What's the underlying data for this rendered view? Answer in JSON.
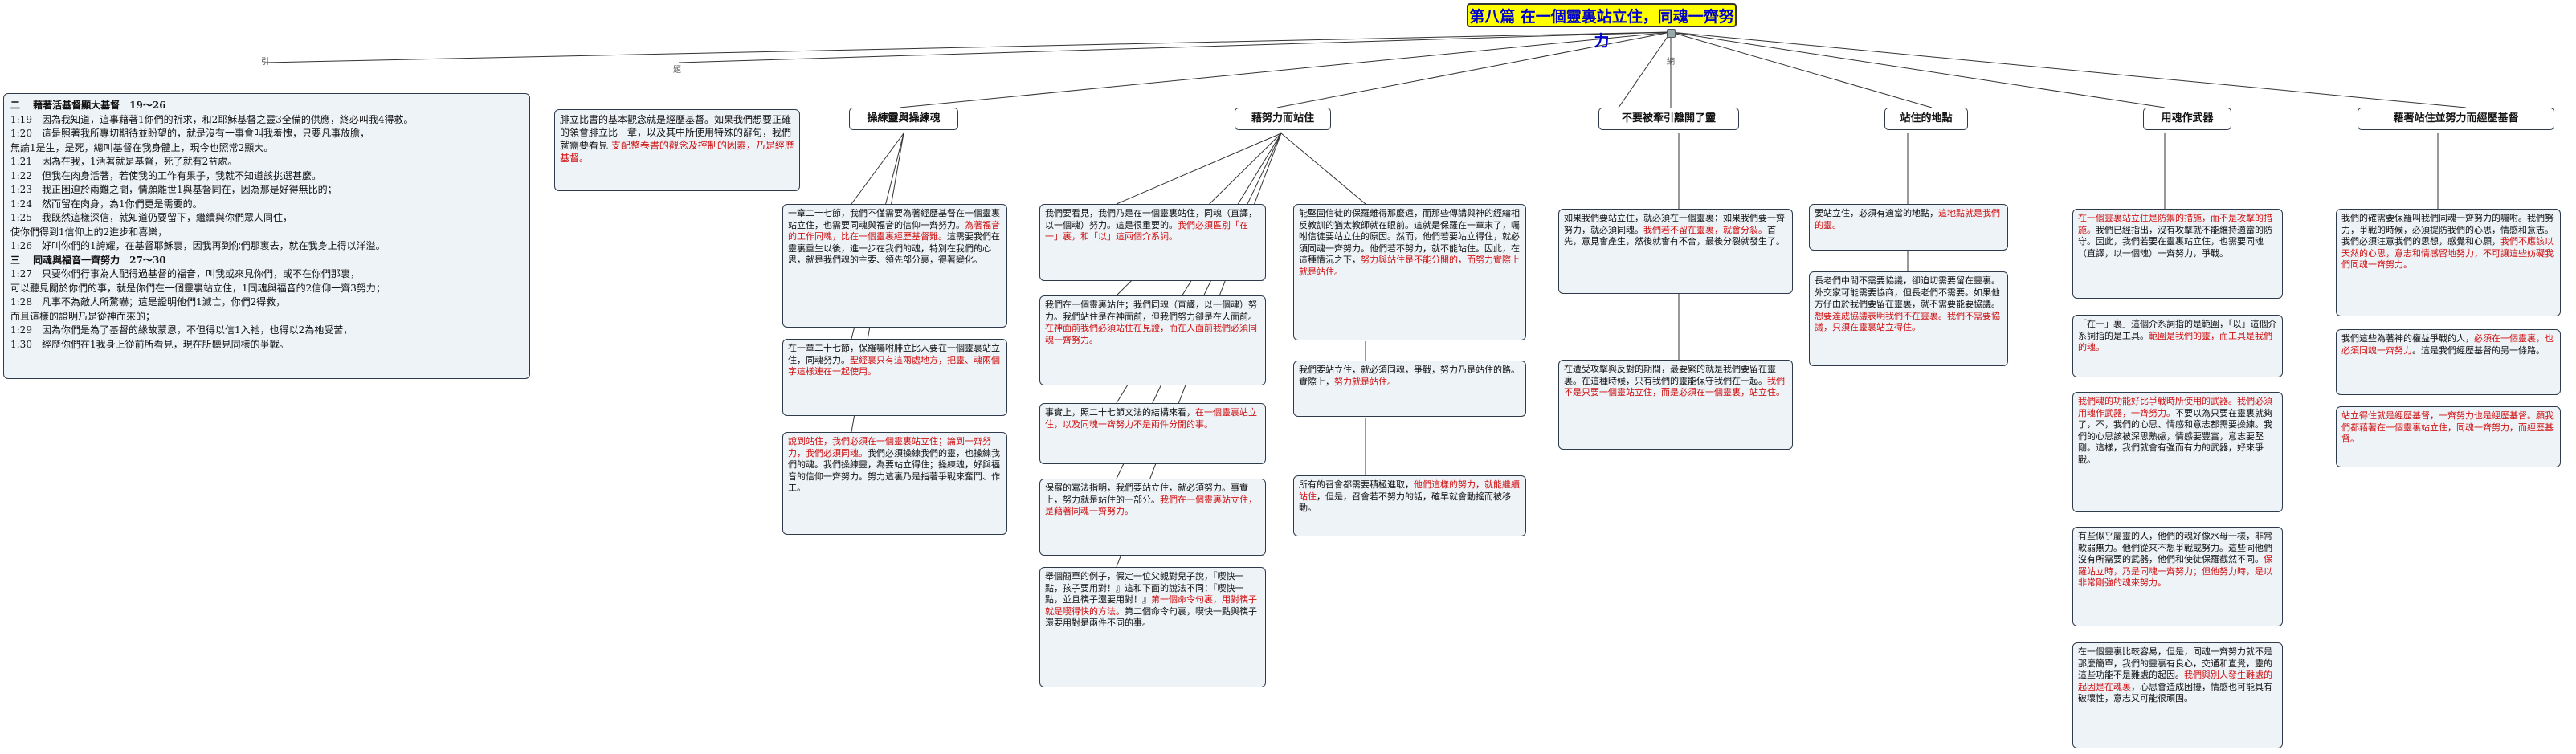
{
  "root": {
    "title": "第八篇 在一個靈裏站立住，同魂一齊努力"
  },
  "edge_labels": {
    "left": "引",
    "middle": "題",
    "right": "網"
  },
  "intro": {
    "lines": [
      {
        "t": "二　 藉著活基督顯大基督　19～26",
        "h": true
      },
      {
        "t": "1:19　因為我知道，這事藉著1你們的祈求，和2耶穌基督之靈3全備的供應，終必叫我4得救。"
      },
      {
        "t": "1:20　這是照著我所專切期待並盼望的，就是沒有一事會叫我羞愧，只要凡事放膽，"
      },
      {
        "t": "無論1是生，是死，總叫基督在我身體上，現今也照常2顯大。"
      },
      {
        "t": "1:21　因為在我，1活著就是基督，死了就有2益處。"
      },
      {
        "t": "1:22　但我在肉身活著，若使我的工作有果子，我就不知道該挑選甚麼。"
      },
      {
        "t": "1:23　我正困迫於兩難之間，情願離世1與基督同在，因為那是好得無比的；"
      },
      {
        "t": "1:24　然而留在肉身，為1你們更是需要的。"
      },
      {
        "t": "1:25　我既然這樣深信，就知道仍要留下，繼續與你們眾人同住，"
      },
      {
        "t": "使你們得到1信仰上的2進步和喜樂，"
      },
      {
        "t": "1:26　好叫你們的1誇耀，在基督耶穌裏，因我再到你們那裏去，就在我身上得以洋溢。"
      },
      {
        "t": "三　 同魂與福音一齊努力　27～30",
        "h": true
      },
      {
        "t": "1:27　只要你們行事為人配得過基督的福音，叫我或來見你們，或不在你們那裏，"
      },
      {
        "t": "可以聽見關於你們的事，就是你們在一個靈裏站立住，1同魂與福音的2信仰一齊3努力；"
      },
      {
        "t": "1:28　凡事不為敵人所驚嚇；這是證明他們1滅亡，你們2得救，"
      },
      {
        "t": "而且這樣的證明乃是從神而來的；"
      },
      {
        "t": "1:29　因為你們是為了基督的緣故蒙恩，不但得以信1入祂，也得以2為祂受苦，"
      },
      {
        "t": "1:30　經歷你們在1我身上從前所看見，現在所聽見同樣的爭戰。"
      }
    ]
  },
  "preface": {
    "parts": [
      {
        "t": "腓立比書的基本觀念就是經歷基督。如果我們想要正確的領會腓立比一章，以及其中所使用特殊的辭句，我們就需要看見 ",
        "red": false
      },
      {
        "t": "支配整卷書的觀念及控制的因素，乃是經歷基督。",
        "red": true
      }
    ]
  },
  "topics": [
    {
      "id": "t1",
      "label": "操練靈與操練魂"
    },
    {
      "id": "t2",
      "label": "藉努力而站住"
    },
    {
      "id": "t3",
      "label": "不要被牽引離開了靈"
    },
    {
      "id": "t4",
      "label": "站住的地點"
    },
    {
      "id": "t5",
      "label": "用魂作武器"
    },
    {
      "id": "t6",
      "label": "藉著站住並努力而經歷基督"
    }
  ],
  "notes": {
    "a1": [
      {
        "t": "一章二十七節，我們不僅需要為著經歷基督在一個靈裏站立住，也需要同魂與福音的信仰一齊努力。",
        "red": false
      },
      {
        "t": "為著福音的工作同魂，比在一個靈裏經歷基督難。",
        "red": true
      },
      {
        "t": "這需要我們在靈裏重生以後，進一步在我們的魂，特別在我們的心思，就是我們魂的主要、領先部分裏，得著變化。",
        "red": false
      }
    ],
    "a2": [
      {
        "t": "在一章二十七節，保羅囑咐腓立比人要在一個靈裏站立住，同魂努力。",
        "red": false
      },
      {
        "t": "聖經裏只有這兩處地方，把靈、魂兩個字這樣連在一起使用。",
        "red": true
      }
    ],
    "a3": [
      {
        "t": "說到站住，我們必須在一個靈裏站立住；論到一齊努力，我們必須同魂。",
        "red": true
      },
      {
        "t": "我們必須操練我們的靈，也操練我們的魂。我們操練靈，為要站立得住；操練魂，好與福音的信仰一齊努力。努力這裏乃是指著爭戰來奮鬥、作工。",
        "red": false
      }
    ],
    "b1": [
      {
        "t": "我們要看見，我們乃是在一個靈裏站住，同魂（直譯，以一個魂）努力。這是很重要的。",
        "red": false
      },
      {
        "t": "我們必須區別「在一」裏，和「以」這兩個介系詞。",
        "red": true
      }
    ],
    "b2": [
      {
        "t": "我們在一個靈裏站住；我們同魂（直譯，以一個魂）努力。我們站住是在神面前，但我們努力卻是在人面前。",
        "red": false
      },
      {
        "t": "在神面前我們必須站住在見證，而在人面前我們必須同魂一齊努力。",
        "red": true
      }
    ],
    "b3": [
      {
        "t": "事實上，照二十七節文法的結構來看，",
        "red": false
      },
      {
        "t": "在一個靈裏站立住，以及同魂一齊努力不是兩件分開的事。",
        "red": true
      }
    ],
    "b4": [
      {
        "t": "保羅的寫法指明，我們要站立住，就必須努力。事實上，努力就是站住的一部分。",
        "red": false
      },
      {
        "t": "我們在一個靈裏站立住，是藉著同魂一齊努力。",
        "red": true
      }
    ],
    "b5": [
      {
        "t": "舉個簡單的例子，假定一位父親對兒子說，『喫快一點，孩子要用對！』這和下面的說法不同：『喫快一點，並且筷子還要用對！』",
        "red": false
      },
      {
        "t": "第一個命令句裏，用對筷子就是喫得快的方法。",
        "red": true
      },
      {
        "t": "第二個命令句裏，喫快一點與筷子還要用對是兩件不同的事。",
        "red": false
      }
    ],
    "c1": [
      {
        "t": "能堅固信徒的保羅離得那麼遠，而那些傳講與神的經綸相反教訓的猶太教師就在眼前。這就是保羅在一章末了，囑咐信徒要站立住的原因。然而，他們若要站立得住，就必須同魂一齊努力。他們若不努力，就不能站住。因此，在這種情況之下，",
        "red": false
      },
      {
        "t": "努力與站住是不能分開的，而努力實際上就是站住。",
        "red": true
      }
    ],
    "c2": [
      {
        "t": "我們要站立住，就必須同魂，爭戰，努力乃是站住的路。實際上，",
        "red": false
      },
      {
        "t": "努力就是站住。",
        "red": true
      }
    ],
    "c3": [
      {
        "t": "所有的召會都需要積極進取，",
        "red": false
      },
      {
        "t": "他們這樣的努力，就能繼續站住",
        "red": true
      },
      {
        "t": "，但是，召會若不努力的話，確早就會動搖而被移動。",
        "red": false
      }
    ],
    "d1": [
      {
        "t": "如果我們要站立住，就必須在一個靈裏；如果我們要一齊努力，就必須同魂。",
        "red": false
      },
      {
        "t": "我們若不留在靈裏，就會分裂。",
        "red": true
      },
      {
        "t": "首先，意見會產生，然後就會有不合，最後分裂就發生了。",
        "red": false
      }
    ],
    "d2": [
      {
        "t": "在遭受攻擊與反對的期間，最要緊的就是我們要留在靈裏。在這種時候，只有我們的靈能保守我們在一起。",
        "red": false
      },
      {
        "t": "我們不是只要一個靈站立住，而是必須在一個靈裏，站立住。",
        "red": true
      }
    ],
    "e1": [
      {
        "t": "要站立住，必須有適當的地點，",
        "red": false
      },
      {
        "t": "這地點就是我們的靈。",
        "red": true
      }
    ],
    "e2": [
      {
        "t": "長老們中間不需要協議，卻迫切需要留在靈裏。外交家可能需要協商，但長老們不需要。如果他方仔由於我們要留在靈裏，就不需要能要協議。",
        "red": false
      },
      {
        "t": "想要達成協議表明我們不在靈裏。我們不需要協議，只須在靈裏站立得住。",
        "red": true
      }
    ],
    "f1": [
      {
        "t": "在一個靈裏站立住是防禦的措施，而不是攻擊的措施。",
        "red": true
      },
      {
        "t": "我們已經指出，沒有攻擊就不能維持適當的防守。因此，我們若要在靈裏站立住，也需要同魂（直譯，以一個魂）一齊努力，爭戰。",
        "red": false
      }
    ],
    "f2": [
      {
        "t": "「在一」裏」這個介系詞指的是範圍，「以」這個介系詞指的是工具。",
        "red": false
      },
      {
        "t": "範圍是我們的靈，而工具是我們的魂。",
        "red": true
      }
    ],
    "f3": [
      {
        "t": "我們魂的功能好比爭戰時所使用的武器。我們必須用魂作武器，一齊努力。",
        "red": true
      },
      {
        "t": "不要以為只要在靈裏就夠了，不，我們的心思、情感和意志都需要操練。我們的心思該被深思熟慮，情感要豐富，意志要堅剛。這樣，我們就會有強而有力的武器，好來爭戰。",
        "red": false
      }
    ],
    "f4": [
      {
        "t": "有些似乎屬靈的人，他們的魂好像水母一樣，非常軟弱無力。他們從來不想爭戰或努力。這些同他們沒有所需要的武器，他們和使徒保羅截然不同。",
        "red": false
      },
      {
        "t": "保羅站立時，乃是同魂一齊努力；但他努力時，是以非常剛強的魂來努力。",
        "red": true
      }
    ],
    "f5": [
      {
        "t": "在一個靈裏比較容易，但是，同魂一齊努力就不是那麼簡單，我們的靈裏有良心，交通和直覺，靈的這些功能不是難處的起因。",
        "red": false
      },
      {
        "t": "我們與別人發生難處的起因是在魂裏",
        "red": true
      },
      {
        "t": "，心思會造成困擾，情感也可能具有破壞性，意志又可能很頑固。",
        "red": false
      }
    ],
    "g1": [
      {
        "t": "我們的確需要保羅叫我們同魂一齊努力的囑咐。我們努力，爭戰的時候，必須提防我們的心思，情感和意志。我們必須注意我們的思想，感覺和心願，",
        "red": false
      },
      {
        "t": "我們不應該以天然的心思，意志和情感留地努力，不可讓這些妨礙我們同魂一齊努力。",
        "red": true
      }
    ],
    "g2": [
      {
        "t": "我們這些為著神的權益爭戰的人，",
        "red": false
      },
      {
        "t": "必須在一個靈裏，也必須同魂一齊努力",
        "red": true
      },
      {
        "t": "。這是我們經歷基督的另一條路。",
        "red": false
      }
    ],
    "g3": [
      {
        "t": "站立得住就是經歷基督，一齊努力也是經歷基督。願我們都藉著在一個靈裏站立住，同魂一齊努力，而經歷基督。",
        "red": true
      }
    ]
  }
}
